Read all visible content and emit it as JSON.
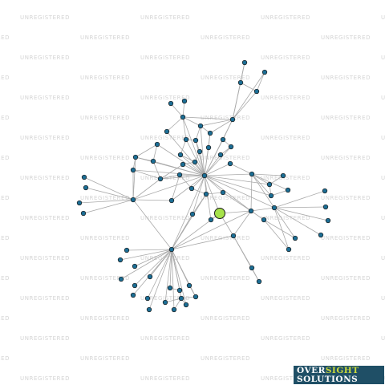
{
  "watermark": {
    "text": "UNREGISTERED",
    "color": "#d4d4d4"
  },
  "logo": {
    "word1": "OVER",
    "word2": "SIGHT",
    "word3": "SOLUTIONS",
    "background": "#1f4f66",
    "accent": "#c9d93a"
  },
  "graph": {
    "node_color": "#1c6e95",
    "highlight_color": "#a6e24a",
    "edge_color": "#a9a9a9"
  }
}
